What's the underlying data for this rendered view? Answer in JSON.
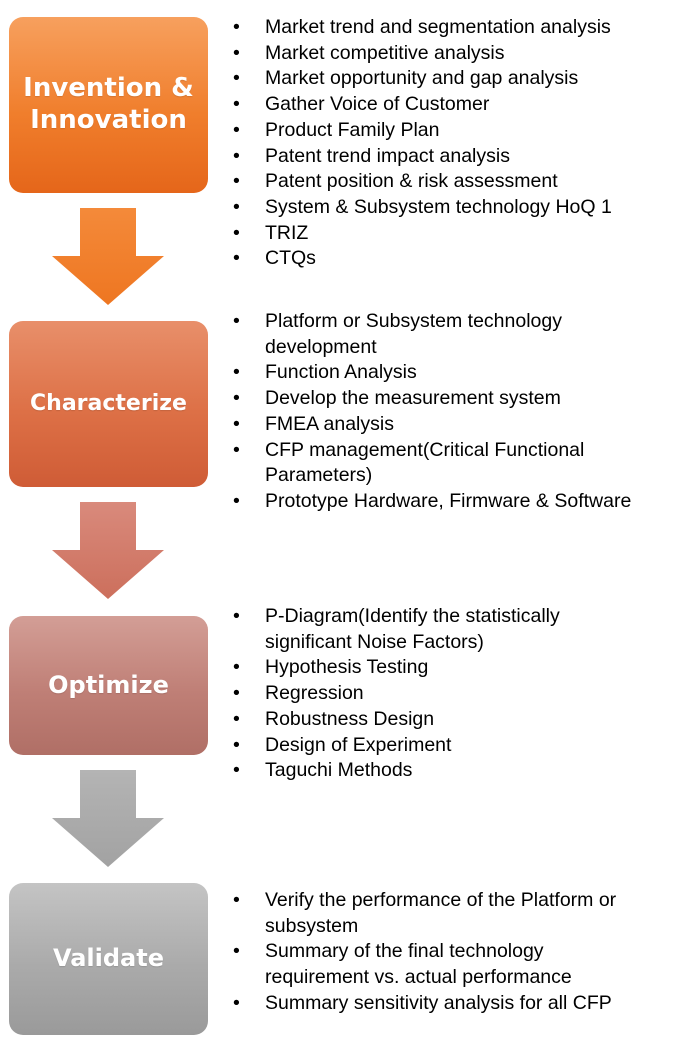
{
  "stages": [
    {
      "title": "Invention &\nInnovation",
      "bullets": [
        "Market trend and segmentation analysis",
        "Market competitive analysis",
        "Market opportunity and gap analysis",
        "Gather Voice of Customer",
        "Product Family Plan",
        "Patent trend impact analysis",
        "Patent position & risk assessment",
        "System & Subsystem technology HoQ 1",
        "TRIZ",
        "CTQs"
      ]
    },
    {
      "title": "Characterize",
      "bullets": [
        "Platform or Subsystem technology\ndevelopment",
        "Function Analysis",
        "Develop the measurement system",
        "FMEA analysis",
        "CFP management(Critical Functional\nParameters)",
        "Prototype Hardware, Firmware & Software"
      ]
    },
    {
      "title": "Optimize",
      "bullets": [
        "P-Diagram(Identify the statistically\nsignificant Noise Factors)",
        "Hypothesis Testing",
        "Regression",
        "Robustness Design",
        "Design of Experiment",
        "Taguchi Methods"
      ]
    },
    {
      "title": "Validate",
      "bullets": [
        "Verify the performance of the Platform or\nsubsystem",
        "Summary of the final technology\nrequirement vs. actual performance",
        "Summary sensitivity analysis for all CFP"
      ]
    }
  ],
  "bullet_symbol": "•",
  "colors": {
    "stage_1": "#f07e2c",
    "stage_2": "#dd7046",
    "stage_3": "#bf7f76",
    "stage_4": "#aaaaaa",
    "arrow_1": "#f07e2c",
    "arrow_2": "#d27a6a",
    "arrow_3": "#aaaaaa"
  }
}
